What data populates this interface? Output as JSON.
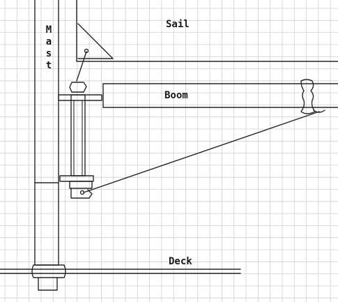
{
  "labels": {
    "mast_letters": [
      "M",
      "a",
      "s",
      "t"
    ],
    "sail": "Sail",
    "boom": "Boom",
    "deck": "Deck"
  },
  "colors": {
    "paper": "#ffffff",
    "grid": "#cfcfcf",
    "ink": "#262626"
  }
}
